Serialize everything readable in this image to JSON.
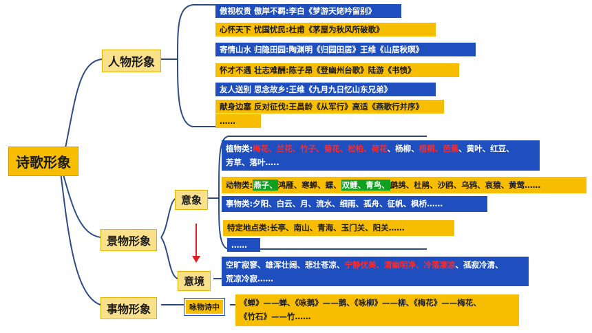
{
  "root": "诗歌形象",
  "characters": {
    "label": "人物形象",
    "items": [
      "傲视权贵 傲岸不羁:李白《梦游天姥吟留别》",
      "心怀天下 忧国忧民:杜甫《茅屋为秋风所破歌》",
      "寄情山水 归隐田园:陶渊明《归园田居》王维《山居秋暝》",
      "怀才不遇 壮志难酬:陈子昂《登幽州台歌》陆游《书愤》",
      "友人送别 思念故乡:王维《九月九日忆山东兄弟》",
      "献身边塞 反对征伐:王昌龄《从军行》高适《燕歌行并序》",
      "……"
    ]
  },
  "scenery": {
    "label": "景物形象",
    "imagery_label": "意象",
    "mood_label": "意境",
    "plants": {
      "prefix": "植物类:",
      "dim1": "梅花、兰花、竹子、菊花、松柏、荷花",
      "mid": "、杨柳、",
      "dim2": "梧桐、芭蕉",
      "rest1": "、黄叶、红豆、",
      "rest2": "芳草、落叶….."
    },
    "animals": {
      "prefix": "动物类:",
      "g1": "燕子、",
      "t1": "鸿雁、寒蝉、蝶、",
      "g2": "双鲤、青鸟、",
      "t2": "鹧鸪、杜鹃、沙鸥、乌鸦、哀猿、黄莺……"
    },
    "things": "事物类:夕阳、白云、月、流水、细雨、孤舟、征帆、枫桥……",
    "places": "特定地点类:长亭、南山、青海、玉门关、阳关……",
    "ellipsis": "……",
    "mood": {
      "t1": "空旷寂寥、雄浑壮阔、悲壮苍凉、",
      "dim": "宁静优美、清幽明净、冷落凄凉",
      "t2": "、孤寂冷清、",
      "t3": "荒凉冷寂……"
    }
  },
  "objects": {
    "label": "事物形象",
    "sub_label": "咏物诗中",
    "line1": "《蝉》——蝉、《咏鹅》——鹅、《咏柳》——柳、《梅花》——梅花、",
    "line2": "《竹石》——竹……"
  },
  "colors": {
    "blue": "#1f4fbf",
    "gold": "#f7bd00",
    "red_arrow": "#e02020",
    "highlight_green": "#10a020"
  }
}
